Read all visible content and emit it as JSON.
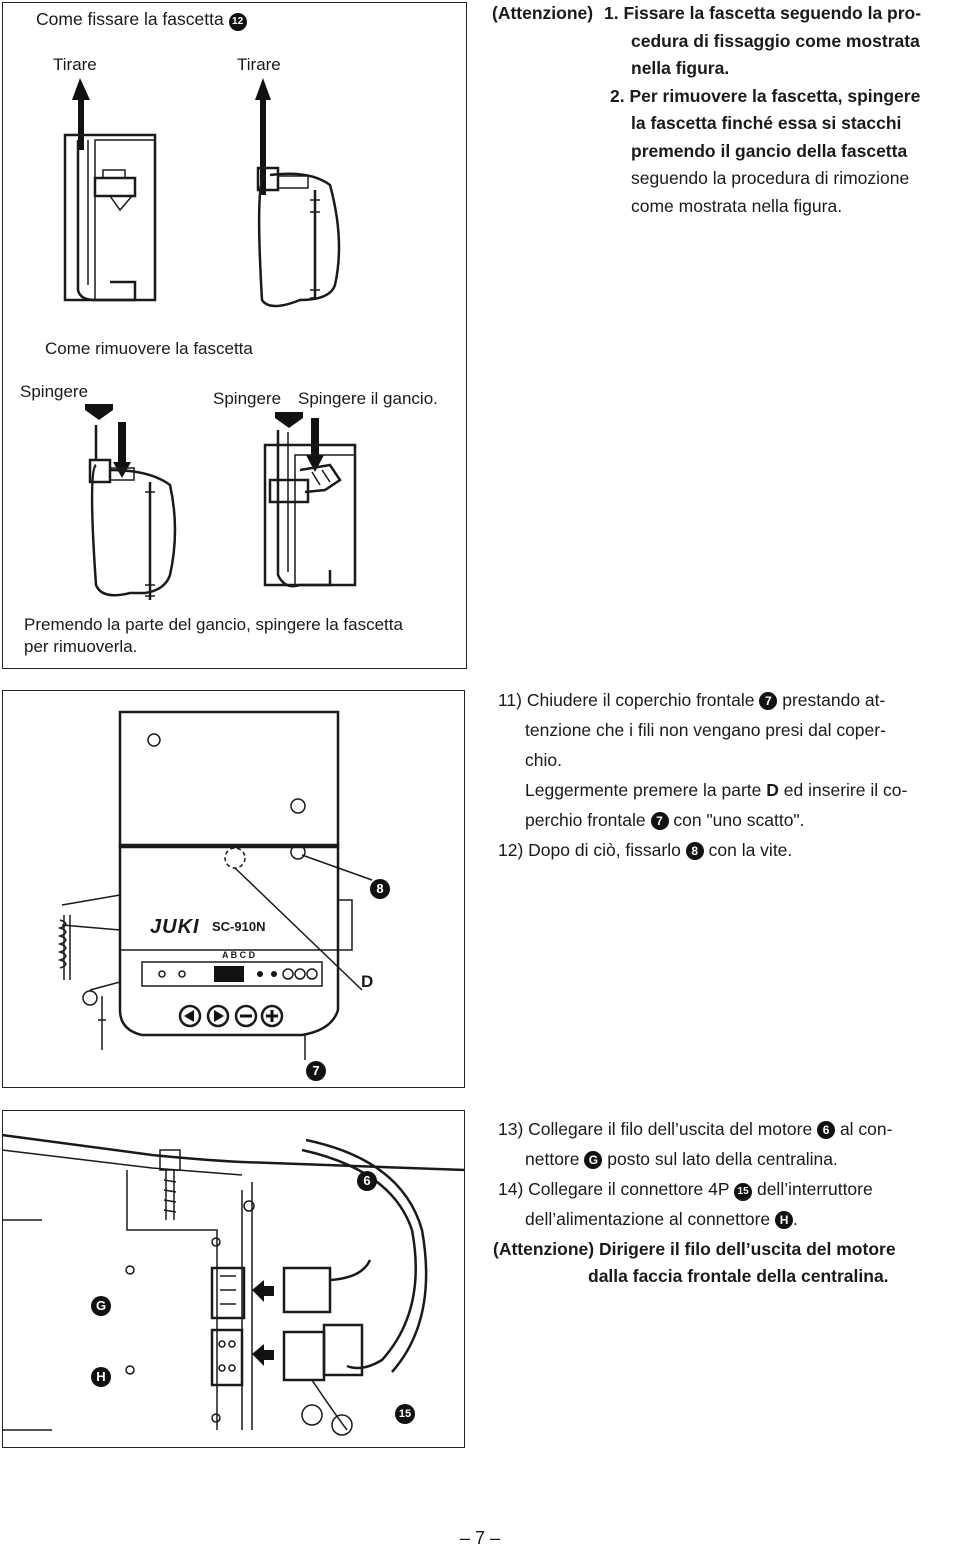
{
  "top_box": {
    "title": "Come fissare la fascetta",
    "title_num": "12",
    "pull_left": "Tirare",
    "pull_right": "Tirare",
    "remove_title": "Come rimuovere la fascetta",
    "push_1": "Spingere",
    "push_2": "Spingere",
    "push_hook": "Spingere il gancio.",
    "caption_1": "Premendo la parte del gancio, spingere la fascetta",
    "caption_2": "per rimuoverla."
  },
  "attention_1": {
    "lead": "(Attenzione)",
    "item1_num": "1.",
    "item1_l1": "Fissare la fascetta seguendo la pro-",
    "item1_l2": "cedura di fissaggio come mostrata",
    "item1_l3": "nella figura.",
    "item2_num": "2.",
    "item2_l1": "Per rimuovere la fascetta, spingere",
    "item2_l2": "la fascetta finché essa si stacchi",
    "item2_l3": "premendo il gancio della fascetta",
    "item2_l4": "seguendo la procedura di rimozione",
    "item2_l5": "come mostrata nella figura."
  },
  "figure_2": {
    "brand": "JUKI",
    "model": "SC-910N",
    "panel_letters": "A B C D",
    "callout_8": "8",
    "callout_d": "D",
    "callout_7": "7"
  },
  "steps_11_12": {
    "s11_l1a": "11) Chiudere il coperchio frontale",
    "s11_num": "7",
    "s11_l1b": "prestando at-",
    "s11_l2": "tenzione che i fili non vengano presi dal coper-",
    "s11_l3": "chio.",
    "s11_l4a": "Leggermente premere la parte",
    "s11_d": "D",
    "s11_l4b": "ed inserire il co-",
    "s11_l5a": "perchio frontale",
    "s11_l5num": "7",
    "s11_l5b": "con \"uno scatto\".",
    "s12_a": "12) Dopo di ciò, fissarlo",
    "s12_num": "8",
    "s12_b": "con la vite."
  },
  "figure_3": {
    "callout_6": "6",
    "callout_g": "G",
    "callout_h": "H",
    "callout_15": "15"
  },
  "steps_13_14": {
    "s13_a": "13) Collegare il filo dell’uscita del motore",
    "s13_num": "6",
    "s13_b": "al con-",
    "s13_c": "nettore",
    "s13_g": "G",
    "s13_d": "posto sul lato della centralina.",
    "s14_a": "14) Collegare il connettore 4P",
    "s14_num": "15",
    "s14_b": "dell’interruttore",
    "s14_c": "dell’alimentazione al connettore",
    "s14_h": "H",
    "s14_end": ".",
    "att_l1": "(Attenzione) Dirigere il filo dell’uscita del motore",
    "att_l2": "dalla faccia frontale della centralina."
  },
  "page_number": "– 7 –"
}
